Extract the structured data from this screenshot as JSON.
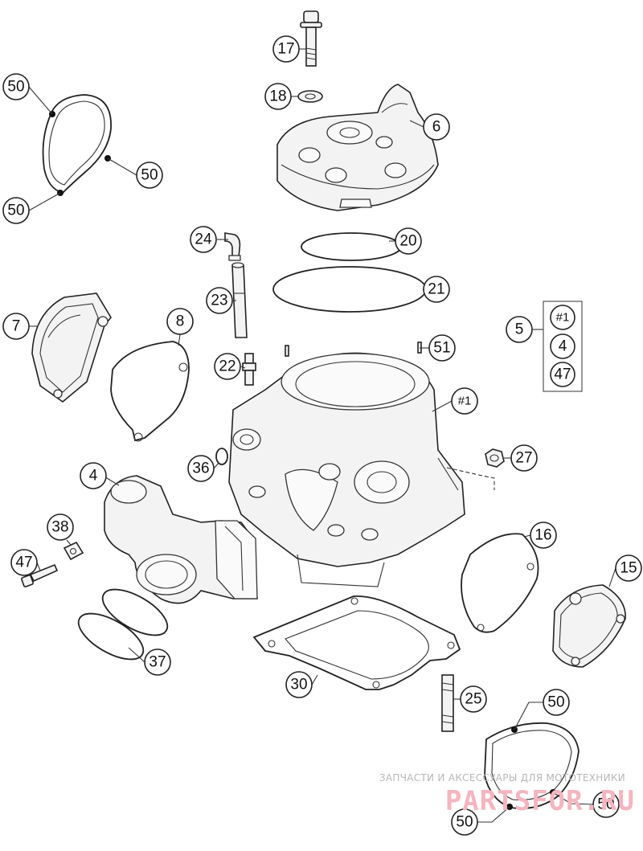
{
  "callouts": {
    "c17": "17",
    "c18": "18",
    "c6": "6",
    "c50_a": "50",
    "c50_b": "50",
    "c50_c": "50",
    "c24": "24",
    "c20": "20",
    "c23": "23",
    "c21": "21",
    "c7": "7",
    "c8": "8",
    "c5": "5",
    "c5_sub1": "#1",
    "c5_sub2": "4",
    "c5_sub3": "47",
    "c22": "22",
    "c51": "51",
    "c1": "#1",
    "c36": "36",
    "c27": "27",
    "c4": "4",
    "c38": "38",
    "c16": "16",
    "c15": "15",
    "c47": "47",
    "c37": "37",
    "c30": "30",
    "c25": "25",
    "c50_d": "50",
    "c50_e": "50",
    "c50_f": "50"
  },
  "watermark": {
    "subtitle": "ЗАПЧАСТИ И АКСЕССУАРЫ ДЛЯ МОТОТЕХНИКИ",
    "brand": "PARTSFOR.RU"
  }
}
